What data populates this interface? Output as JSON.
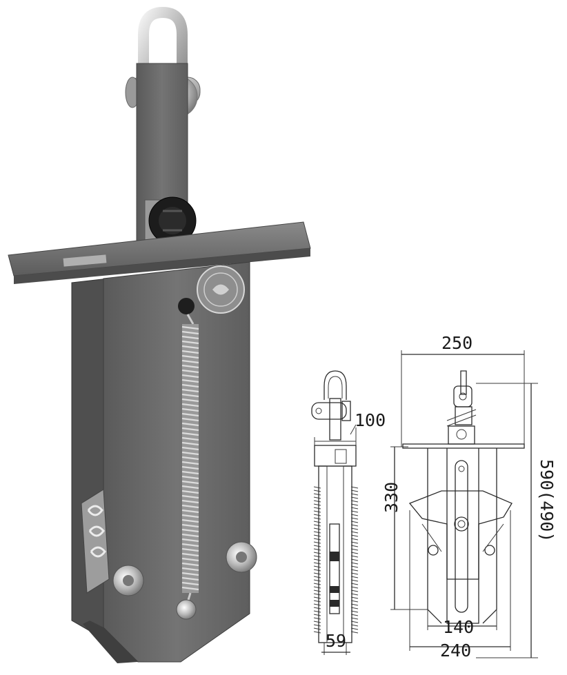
{
  "dimensions": {
    "side_top": "100",
    "side_bottom": "59",
    "front_width": "250",
    "front_height": "590(490)",
    "front_lower_height": "330",
    "front_inner_width": "140",
    "front_outer_width": "240"
  },
  "colors": {
    "body": "#6d6d6d",
    "body_light": "#8a8a8a",
    "body_dark": "#4a4a4a",
    "plate": "#7b7b7b",
    "metal": "#d9d9d9",
    "drawing_line": "#2a2a2a"
  }
}
